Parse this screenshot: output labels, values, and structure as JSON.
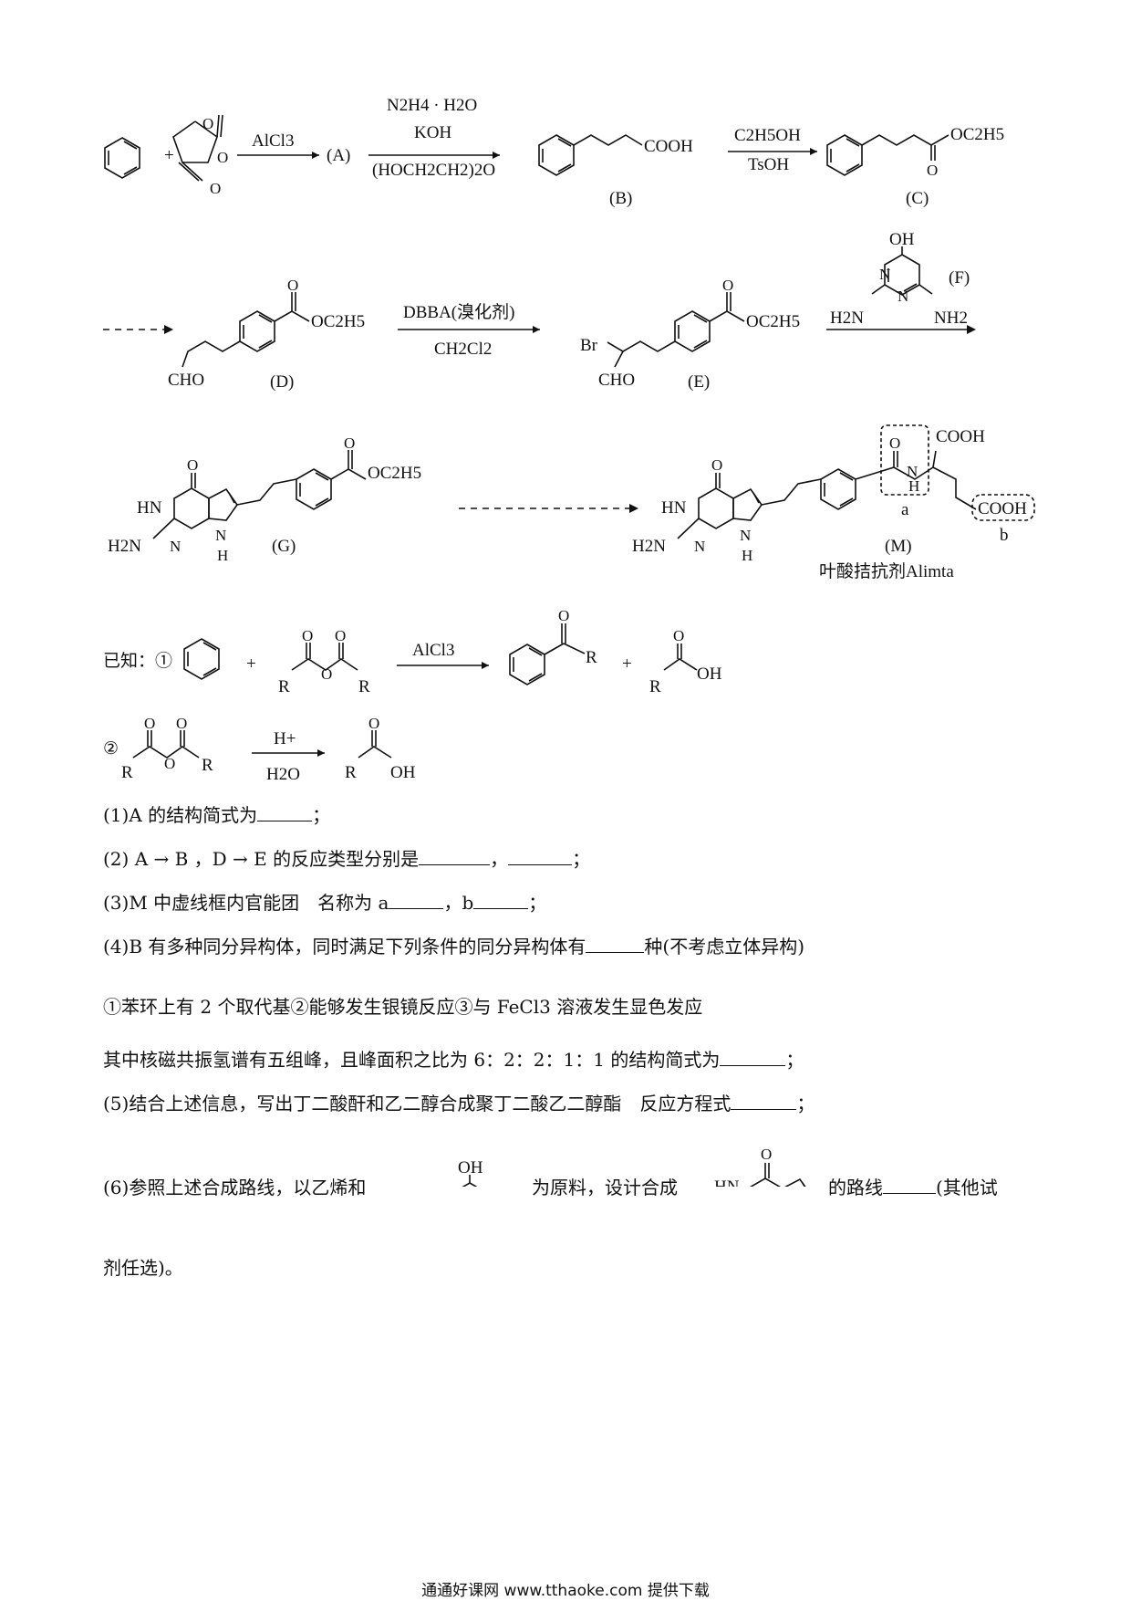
{
  "scheme": {
    "row1": {
      "reagent_alcl3": "AlCl3",
      "label_A": "(A)",
      "reagent_hydrazine": "N2H4 · H2O",
      "reagent_koh": "KOH",
      "reagent_solvent": "(HOCH2CH2)2O",
      "cooh": "COOH",
      "label_B": "(B)",
      "reagent_ethanol": "C2H5OH",
      "reagent_tsoh": "TsOH",
      "oc2h5": "OC2H5",
      "label_C": "(C)",
      "oxygen": "O"
    },
    "row2": {
      "label_D": "(D)",
      "cho": "CHO",
      "reagent_dbba": "DBBA(溴化剂)",
      "reagent_ch2cl2": "CH2Cl2",
      "br": "Br",
      "label_E": "(E)",
      "label_F": "(F)",
      "oh": "OH",
      "h2n": "H2N",
      "nh2": "NH2",
      "n": "N"
    },
    "row3": {
      "label_G": "(G)",
      "label_M": "(M)",
      "hn": "HN",
      "nh": "H",
      "cooh": "COOH",
      "box_a": "a",
      "box_b": "b",
      "m_caption": "叶酸拮抗剂Alimta"
    },
    "known": {
      "prefix": "已知：①",
      "reagent_alcl3": "AlCl3",
      "r": "R",
      "oh": "OH",
      "item2": "②",
      "reagent_hplus": "H+",
      "reagent_water": "H2O"
    }
  },
  "questions": {
    "q1": "(1)A 的结构简式为",
    "q1_end": "；",
    "q2": "(2) A → B ，D → E 的反应类型分别是",
    "q2_sep": "，",
    "q2_end": "；",
    "q3": "(3)M 中虚线框内官能团　名称为 a",
    "q3_mid": "，b",
    "q3_end": "；",
    "q4": "(4)B 有多种同分异构体，同时满足下列条件的同分异构体有",
    "q4_end": "种(不考虑立体异构)",
    "q4_conditions": "①苯环上有 2 个取代基②能够发生银镜反应③与 FeCl3 溶液发生显色发应",
    "q4_nmr": "其中核磁共振氢谱有五组峰，且峰面积之比为 6：2：2：1：1 的结构简式为",
    "q4_nmr_end": "；",
    "q5": "(5)结合上述信息，写出丁二酸酐和乙二醇合成聚丁二酸乙二醇酯　反应方程式",
    "q5_end": "；",
    "q6_a": "(6)参照上述合成路线，以乙烯和",
    "q6_b": "为原料，设计合成",
    "q6_c": "的路线",
    "q6_d": "(其他试",
    "q6_e": "剂任选)。"
  },
  "footer": "通通好课网  www.tthaoke.com  提供下载"
}
